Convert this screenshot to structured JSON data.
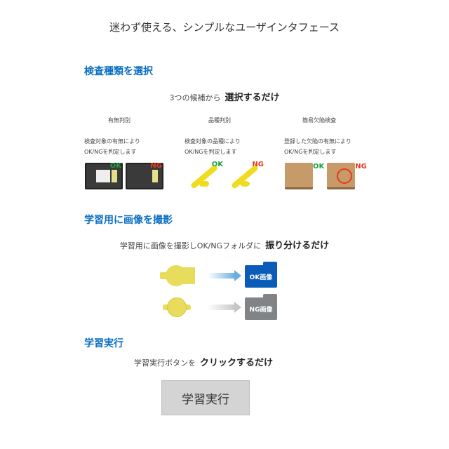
{
  "title": "迷わず使える、シンプルなユーザインタフェース",
  "section1": {
    "heading": "検査種類を選択",
    "lead": "3つの候補から",
    "lead_bold": "選択するだけ",
    "columns": [
      {
        "title": "有無判別",
        "desc1": "検査対象の有無により",
        "desc2": "OK/NGを判定します"
      },
      {
        "title": "品種判別",
        "desc1": "検査対象の品種により",
        "desc2": "OK/NGを判定します"
      },
      {
        "title": "簡易欠陥検査",
        "desc1": "登録した欠陥の有無により",
        "desc2": "OK/NGを判定します"
      }
    ],
    "ok": "OK",
    "ng": "NG"
  },
  "section2": {
    "heading": "学習用に画像を撮影",
    "lead": "学習用に画像を撮影しOK/NGフォルダに",
    "lead_bold": "振り分けるだけ",
    "ok_folder": "OK画像",
    "ng_folder": "NG画像"
  },
  "section3": {
    "heading": "学習実行",
    "lead": "学習実行ボタンを",
    "lead_bold": "クリックするだけ",
    "button": "学習実行"
  },
  "colors": {
    "accent": "#0a6fc2",
    "ok": "#1aa33a",
    "ng": "#e53a1d",
    "ok_folder": "#0b5cb8",
    "ng_folder": "#808486"
  }
}
